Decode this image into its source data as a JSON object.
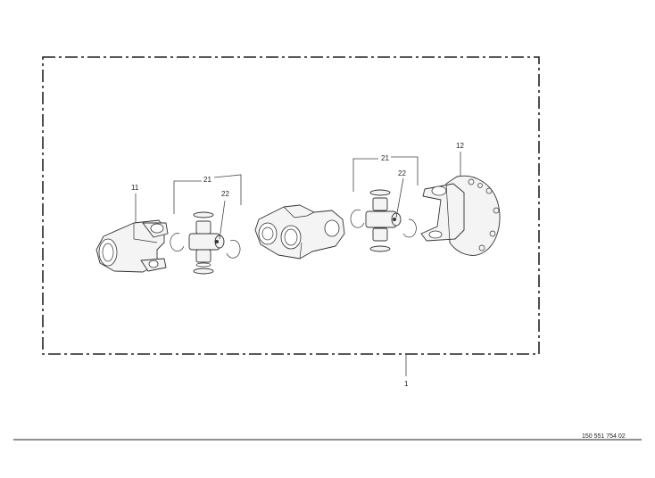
{
  "callouts": {
    "assembly": "1",
    "yoke_left": "11",
    "flange_yoke": "12",
    "cross_kit_left": "21",
    "circlip_left": "22",
    "cross_kit_right": "21",
    "circlip_right": "22"
  },
  "document_number": "150 551 754 02"
}
